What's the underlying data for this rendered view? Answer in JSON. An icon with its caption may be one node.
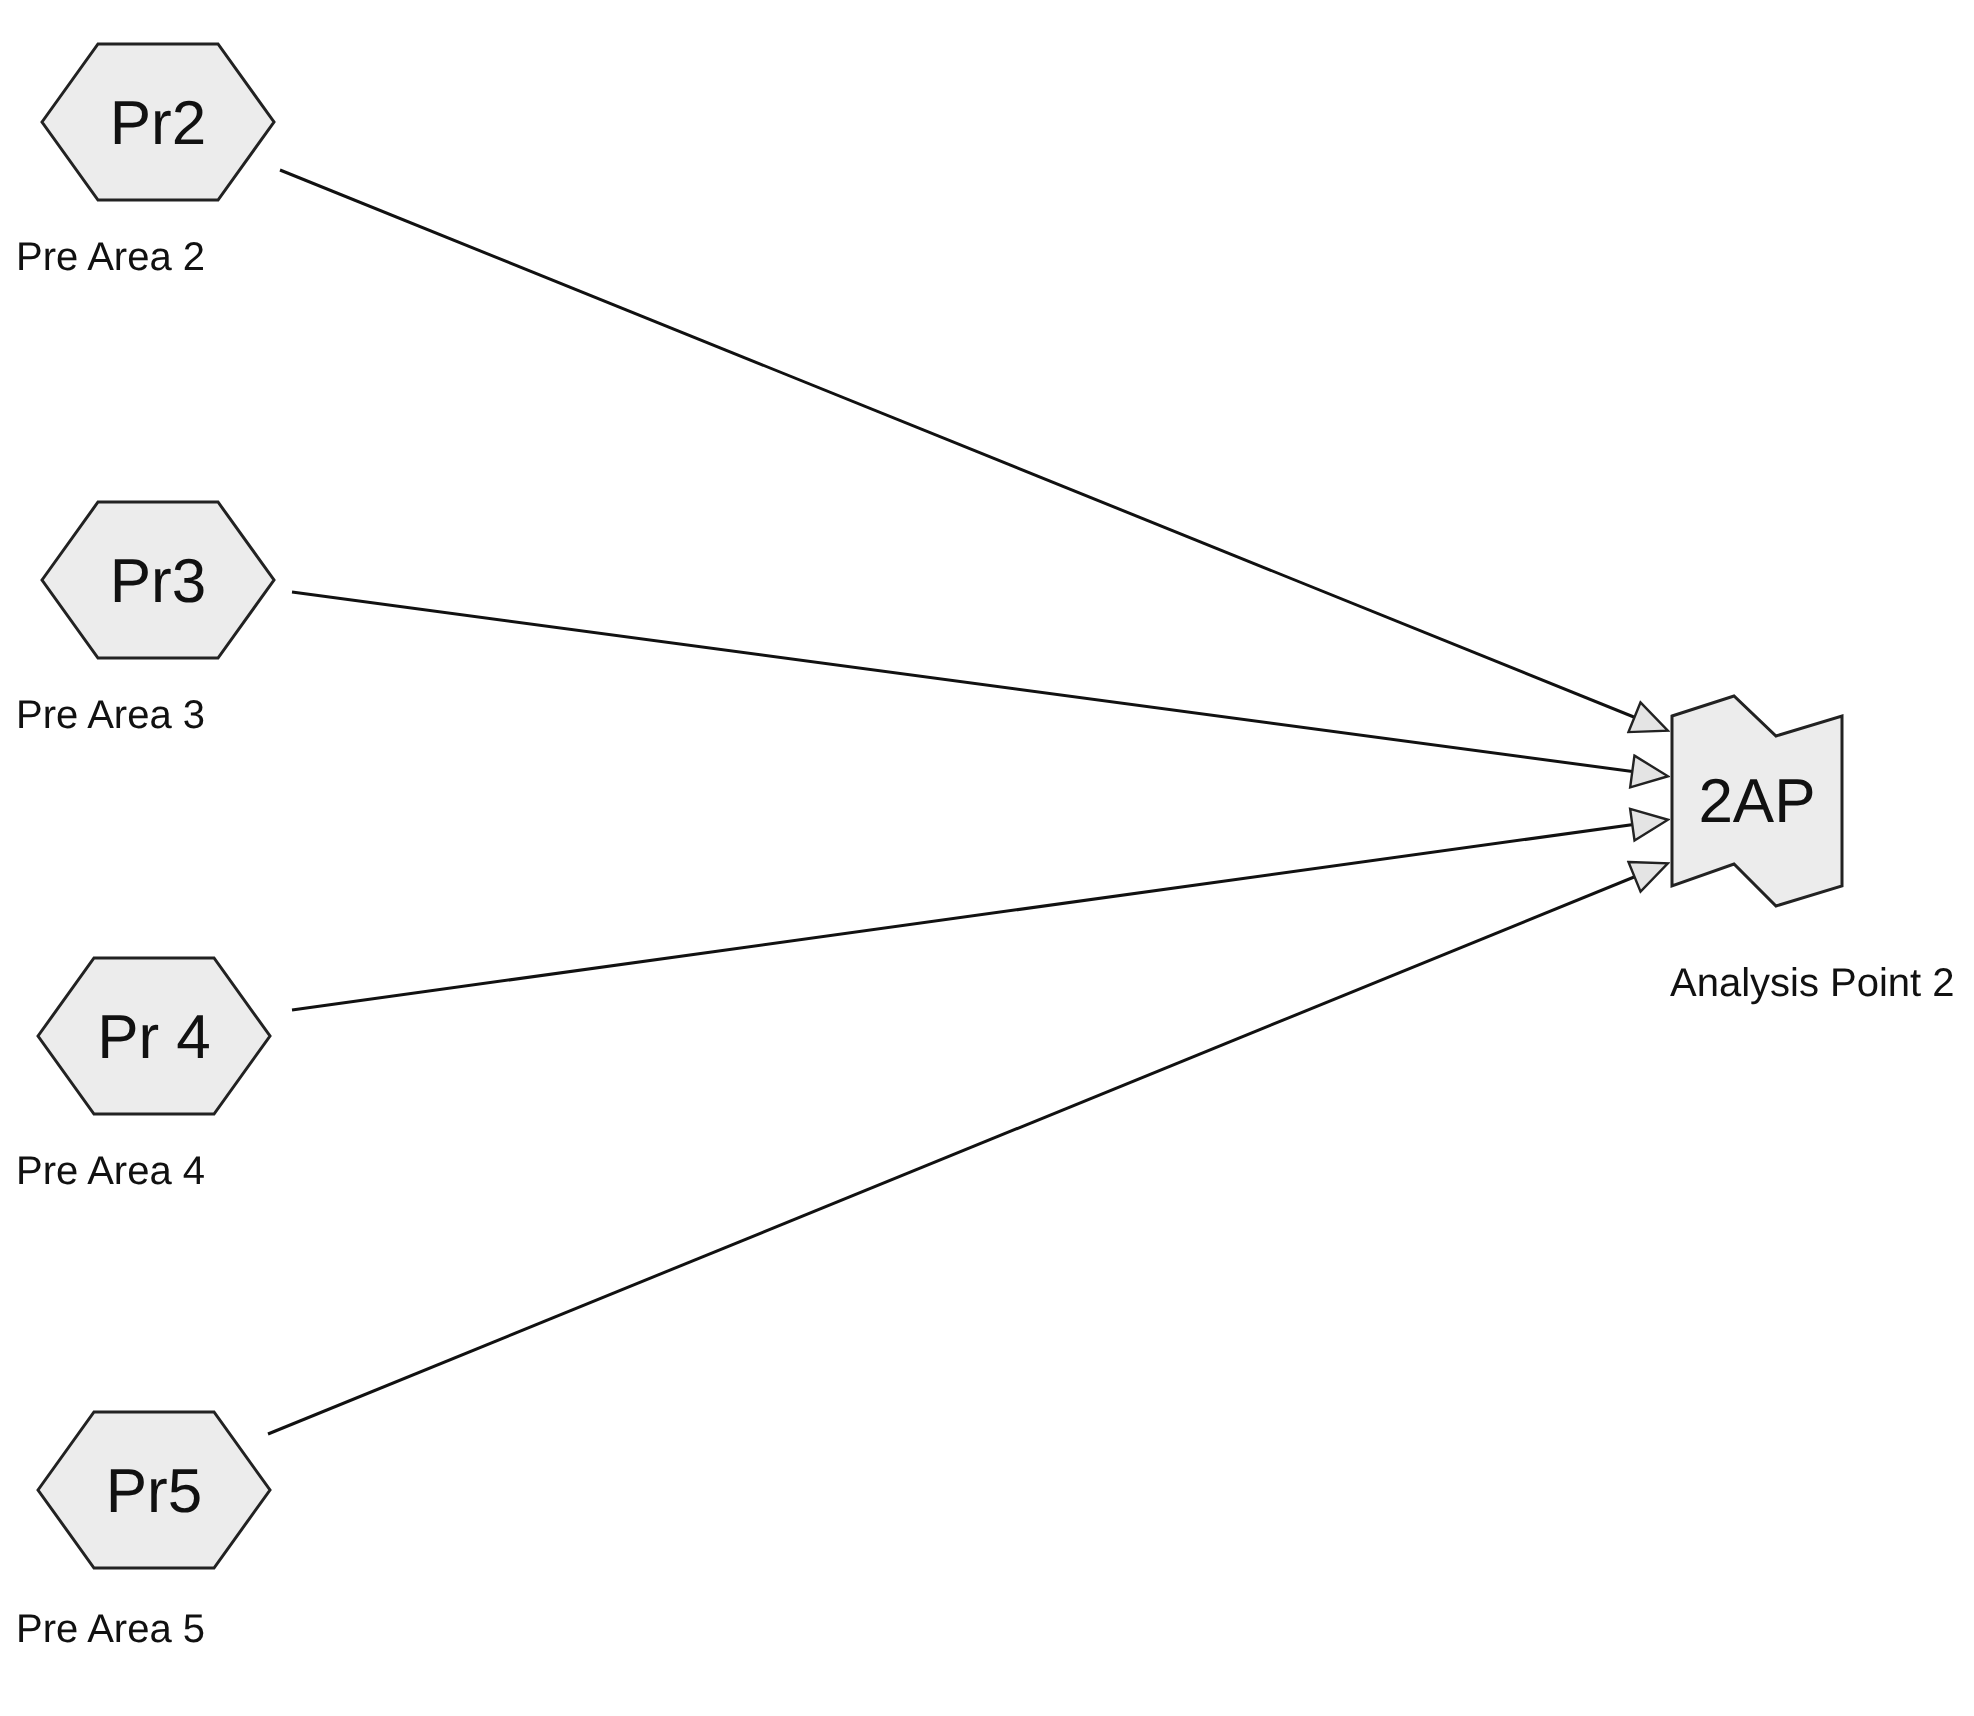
{
  "diagram": {
    "nodes": [
      {
        "text": [
          "Pr2"
        ],
        "beside": [
          "Pre Area 2"
        ]
      },
      {
        "text": [
          "Pr3"
        ],
        "beside": [
          "Pre Area 3"
        ]
      },
      {
        "text": [
          "Pr 4"
        ],
        "beside": [
          "Pre Area 4"
        ]
      },
      {
        "text": [
          "Pr5"
        ],
        "beside": [
          "Pre Area 5"
        ]
      },
      {
        "text": [
          "2AP"
        ],
        "beside": [
          "Analysis Point 2"
        ]
      }
    ],
    "edges": [
      {
        "from": 0,
        "to": 4,
        "arrow": "to"
      },
      {
        "from": 1,
        "to": 4,
        "arrow": "to"
      },
      {
        "from": 2,
        "to": 4,
        "arrow": "to"
      },
      {
        "from": 3,
        "to": 4,
        "arrow": "to"
      }
    ]
  }
}
